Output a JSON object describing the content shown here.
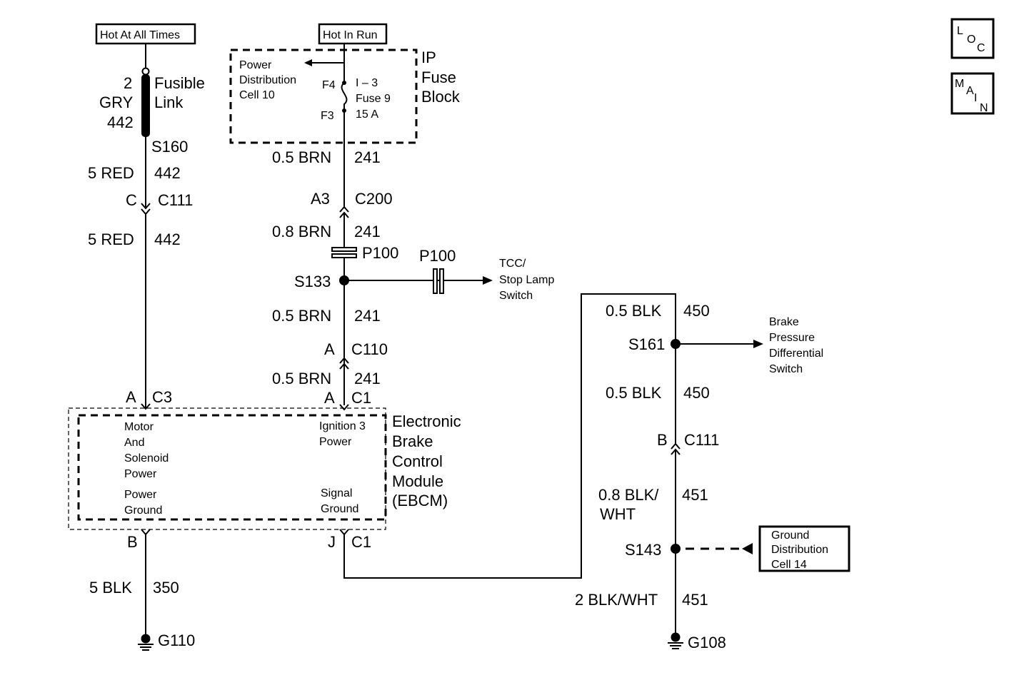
{
  "labels": {
    "hot_at_all_times": "Hot At All Times",
    "hot_in_run": "Hot In Run",
    "loc": [
      "L",
      "O",
      "C"
    ],
    "main": [
      "M",
      "A",
      "I",
      "N"
    ]
  },
  "fuse_block": {
    "title": [
      "IP",
      "Fuse",
      "Block"
    ],
    "power_distribution": [
      "Power",
      "Distribution",
      "Cell 10"
    ],
    "f4": "F4",
    "f3": "F3",
    "fuse_text": [
      "I – 3",
      "Fuse 9",
      "15 A"
    ]
  },
  "left_circuit": {
    "wire_size": "2",
    "wire_color": "GRY",
    "wire_circuit": "442",
    "fusible_link": [
      "Fusible",
      "Link"
    ],
    "splice": "S160",
    "seg1": [
      "5 RED",
      "442"
    ],
    "conn_pin": "C",
    "conn_name": "C111",
    "seg2": [
      "5 RED",
      "442"
    ],
    "ebcm_pin": "A",
    "ebcm_conn": "C3",
    "out_pin": "B",
    "seg3": [
      "5 BLK",
      "350"
    ],
    "ground": "G110"
  },
  "center_circuit": {
    "seg1": [
      "0.5 BRN",
      "241"
    ],
    "conn1_pin": "A3",
    "conn1_name": "C200",
    "seg2": [
      "0.8 BRN",
      "241"
    ],
    "pass_through": "P100",
    "splice": "S133",
    "branch_pass": "P100",
    "branch_dest": [
      "TCC/",
      "Stop Lamp",
      "Switch"
    ],
    "seg3": [
      "0.5 BRN",
      "241"
    ],
    "conn2_pin": "A",
    "conn2_name": "C110",
    "seg4": [
      "0.5 BRN",
      "241"
    ],
    "ebcm_pin": "A",
    "ebcm_conn": "C1",
    "out_pin": "J",
    "out_conn": "C1"
  },
  "ebcm": {
    "title": [
      "Electronic",
      "Brake",
      "Control",
      "Module",
      "(EBCM)"
    ],
    "motor": [
      "Motor",
      "And",
      "Solenoid",
      "Power"
    ],
    "power_ground": [
      "Power",
      "Ground"
    ],
    "ignition": [
      "Ignition 3",
      "Power"
    ],
    "signal_ground": [
      "Signal",
      "Ground"
    ]
  },
  "right_circuit": {
    "seg1": [
      "0.5 BLK",
      "450"
    ],
    "splice1": "S161",
    "brake_dest": [
      "Brake",
      "Pressure",
      "Differential",
      "Switch"
    ],
    "seg2": [
      "0.5 BLK",
      "450"
    ],
    "conn_pin": "B",
    "conn_name": "C111",
    "seg3_size": "0.8 BLK/",
    "seg3_color": "WHT",
    "seg3_circuit": "451",
    "splice2": "S143",
    "ground_dist": [
      "Ground",
      "Distribution",
      "Cell 14"
    ],
    "seg4": [
      "2 BLK/WHT",
      "451"
    ],
    "ground": "G108"
  }
}
